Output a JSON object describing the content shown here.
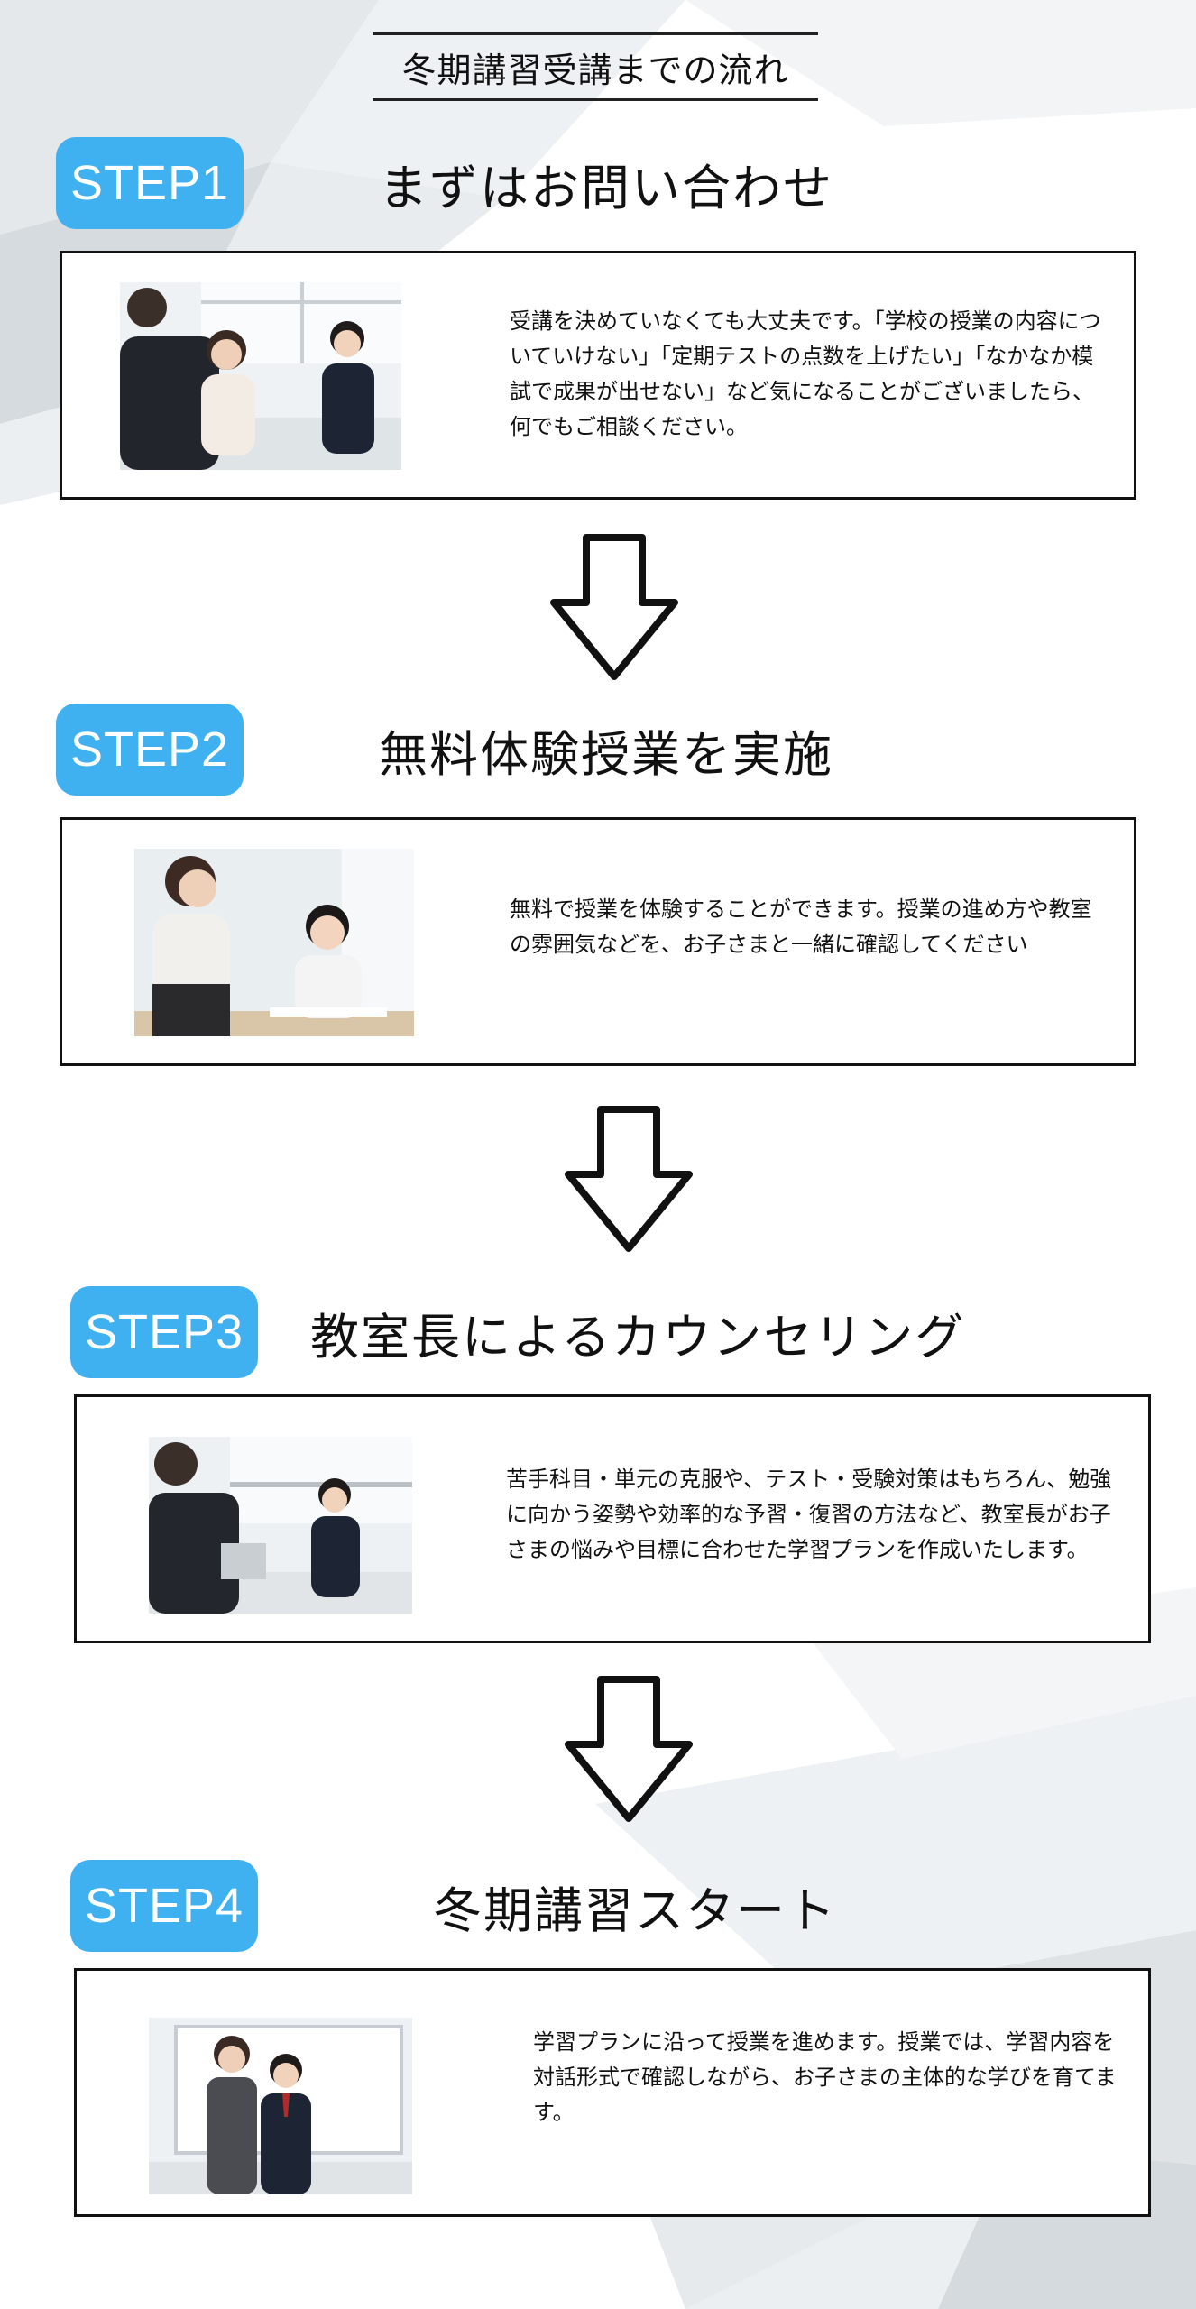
{
  "page": {
    "title": "冬期講習受講までの流れ"
  },
  "steps": [
    {
      "badge": "STEP1",
      "title": "まずはお問い合わせ",
      "description": "受講を決めていなくても大丈夫です。「学校の授業の内容についていけない」「定期テストの点数を上げたい」「なかなか模試で成果が出せない」など気になることがございましたら、何でもご相談ください。",
      "photo": "consultation-photo"
    },
    {
      "badge": "STEP2",
      "title": "無料体験授業を実施",
      "description": "無料で授業を体験することができます。授業の進め方や教室の雰囲気などを、お子さまと一緒に確認してください",
      "photo": "trial-lesson-photo"
    },
    {
      "badge": "STEP3",
      "title": "教室長によるカウンセリング",
      "description": "苦手科目・単元の克服や、テスト・受験対策はもちろん、勉強に向かう姿勢や効率的な予習・復習の方法など、教室長がお子さまの悩みや目標に合わせた学習プランを作成いたします。",
      "photo": "counseling-photo"
    },
    {
      "badge": "STEP4",
      "title": "冬期講習スタート",
      "description": "学習プランに沿って授業を進めます。授業では、学習内容を対話形式で確認しながら、お子さまの主体的な学びを育てます。",
      "photo": "course-start-photo"
    }
  ],
  "colors": {
    "badge": "#3fb0f0",
    "border": "#111111",
    "arrow_stroke": "#111111"
  },
  "icons": {
    "arrow": "down-arrow-icon"
  }
}
